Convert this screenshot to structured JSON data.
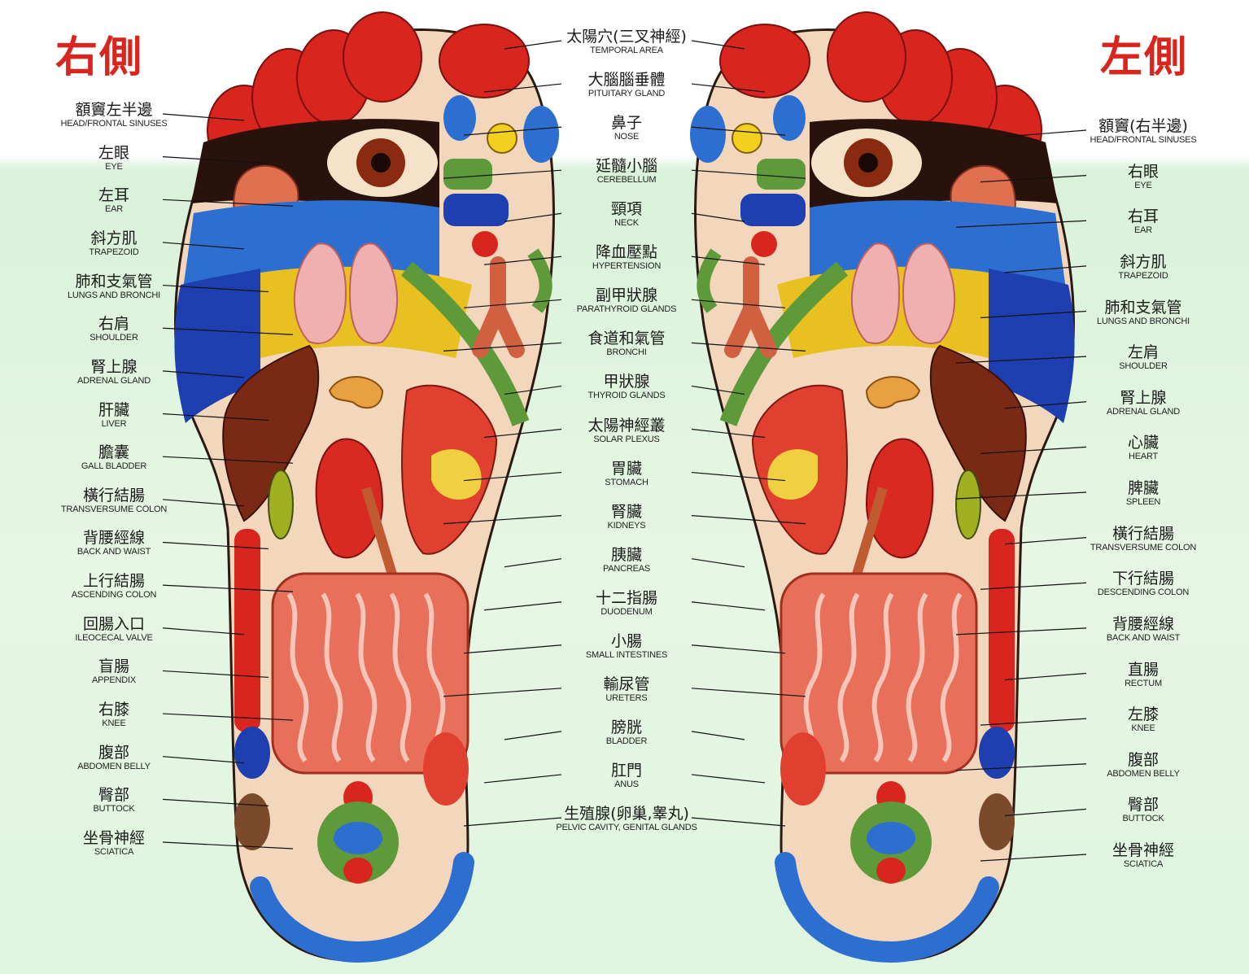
{
  "titles": {
    "right_side": "右側",
    "left_side": "左側"
  },
  "colors": {
    "red": "#d8251d",
    "blue": "#2d6fd0",
    "navy": "#1e3fb0",
    "yellow": "#e8c020",
    "green": "#5e9a3a",
    "skin": "#f3d7bd",
    "background": "#dff5df"
  },
  "left_labels": [
    {
      "id": "head-frontal-sinuses",
      "zh": "額竇左半邊",
      "en": "HEAD/FRONTAL SINUSES"
    },
    {
      "id": "eye",
      "zh": "左眼",
      "en": "EYE"
    },
    {
      "id": "ear",
      "zh": "左耳",
      "en": "EAR"
    },
    {
      "id": "trapezoid",
      "zh": "斜方肌",
      "en": "TRAPEZOID"
    },
    {
      "id": "lungs-bronchi",
      "zh": "肺和支氣管",
      "en": "LUNGS AND BRONCHI"
    },
    {
      "id": "shoulder",
      "zh": "右肩",
      "en": "SHOULDER"
    },
    {
      "id": "adrenal-gland",
      "zh": "腎上腺",
      "en": "ADRENAL GLAND"
    },
    {
      "id": "liver",
      "zh": "肝臟",
      "en": "LIVER"
    },
    {
      "id": "gall-bladder",
      "zh": "膽囊",
      "en": "GALL BLADDER"
    },
    {
      "id": "transverse-colon",
      "zh": "橫行結腸",
      "en": "TRANSVERSUME COLON"
    },
    {
      "id": "back-waist",
      "zh": "背腰經線",
      "en": "BACK AND WAIST"
    },
    {
      "id": "ascending-colon",
      "zh": "上行結腸",
      "en": "ASCENDING COLON"
    },
    {
      "id": "ileocecal-valve",
      "zh": "回腸入口",
      "en": "ILEOCECAL VALVE"
    },
    {
      "id": "appendix",
      "zh": "盲腸",
      "en": "APPENDIX"
    },
    {
      "id": "knee",
      "zh": "右膝",
      "en": "KNEE"
    },
    {
      "id": "abdomen-belly",
      "zh": "腹部",
      "en": "ABDOMEN BELLY"
    },
    {
      "id": "buttock",
      "zh": "臀部",
      "en": "BUTTOCK"
    },
    {
      "id": "sciatica",
      "zh": "坐骨神經",
      "en": "SCIATICA"
    }
  ],
  "center_labels": [
    {
      "id": "temporal-area",
      "zh": "太陽穴(三叉神經)",
      "en": "TEMPORAL AREA"
    },
    {
      "id": "pituitary-gland",
      "zh": "大腦腦垂體",
      "en": "PITUITARY GLAND"
    },
    {
      "id": "nose",
      "zh": "鼻子",
      "en": "NOSE"
    },
    {
      "id": "cerebellum",
      "zh": "延髓小腦",
      "en": "CEREBELLUM"
    },
    {
      "id": "neck",
      "zh": "頸項",
      "en": "NECK"
    },
    {
      "id": "hypertension",
      "zh": "降血壓點",
      "en": "HYPERTENSION"
    },
    {
      "id": "parathyroid-glands",
      "zh": "副甲狀腺",
      "en": "PARATHYROID GLANDS"
    },
    {
      "id": "bronchi",
      "zh": "食道和氣管",
      "en": "BRONCHI"
    },
    {
      "id": "thyroid-glands",
      "zh": "甲狀腺",
      "en": "THYROID GLANDS"
    },
    {
      "id": "solar-plexus",
      "zh": "太陽神經叢",
      "en": "SOLAR PLEXUS"
    },
    {
      "id": "stomach",
      "zh": "胃臟",
      "en": "STOMACH"
    },
    {
      "id": "kidneys",
      "zh": "腎臟",
      "en": "KIDNEYS"
    },
    {
      "id": "pancreas",
      "zh": "胰臟",
      "en": "PANCREAS"
    },
    {
      "id": "duodenum",
      "zh": "十二指腸",
      "en": "DUODENUM"
    },
    {
      "id": "small-intestines",
      "zh": "小腸",
      "en": "SMALL INTESTINES"
    },
    {
      "id": "ureters",
      "zh": "輸尿管",
      "en": "URETERS"
    },
    {
      "id": "bladder",
      "zh": "膀胱",
      "en": "BLADDER"
    },
    {
      "id": "anus",
      "zh": "肛門",
      "en": "ANUS"
    },
    {
      "id": "pelvic-genital",
      "zh": "生殖腺(卵巢,睾丸)",
      "en": "PELVIC CAVITY, GENITAL GLANDS"
    }
  ],
  "right_labels": [
    {
      "id": "head-frontal-sinuses",
      "zh": "額竇(右半邊)",
      "en": "HEAD/FRONTAL SINUSES"
    },
    {
      "id": "eye",
      "zh": "右眼",
      "en": "EYE"
    },
    {
      "id": "ear",
      "zh": "右耳",
      "en": "EAR"
    },
    {
      "id": "trapezoid",
      "zh": "斜方肌",
      "en": "TRAPEZOID"
    },
    {
      "id": "lungs-bronchi",
      "zh": "肺和支氣管",
      "en": "LUNGS AND BRONCHI"
    },
    {
      "id": "shoulder",
      "zh": "左肩",
      "en": "SHOULDER"
    },
    {
      "id": "adrenal-gland",
      "zh": "腎上腺",
      "en": "ADRENAL GLAND"
    },
    {
      "id": "heart",
      "zh": "心臟",
      "en": "HEART"
    },
    {
      "id": "spleen",
      "zh": "脾臟",
      "en": "SPLEEN"
    },
    {
      "id": "transverse-colon",
      "zh": "橫行結腸",
      "en": "TRANSVERSUME COLON"
    },
    {
      "id": "descending-colon",
      "zh": "下行結腸",
      "en": "DESCENDING COLON"
    },
    {
      "id": "back-waist",
      "zh": "背腰經線",
      "en": "BACK AND WAIST"
    },
    {
      "id": "rectum",
      "zh": "直腸",
      "en": "RECTUM"
    },
    {
      "id": "knee",
      "zh": "左膝",
      "en": "KNEE"
    },
    {
      "id": "abdomen-belly",
      "zh": "腹部",
      "en": "ABDOMEN BELLY"
    },
    {
      "id": "buttock",
      "zh": "臀部",
      "en": "BUTTOCK"
    },
    {
      "id": "sciatica",
      "zh": "坐骨神經",
      "en": "SCIATICA"
    }
  ]
}
